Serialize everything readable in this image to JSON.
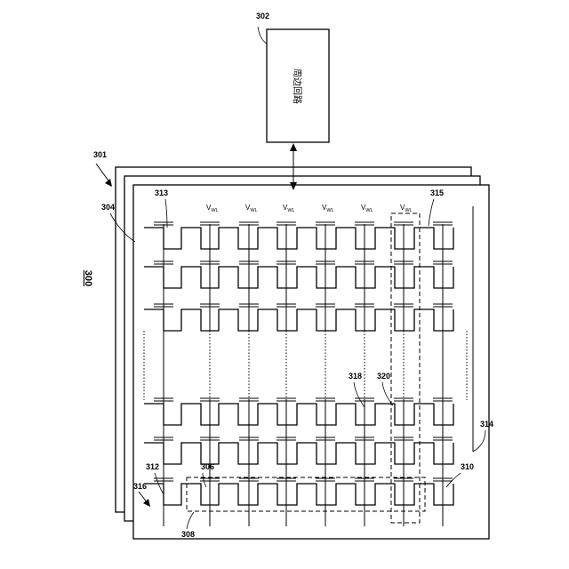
{
  "figure": {
    "label": "300",
    "peripheral_label": "302",
    "peripheral_text": "周边回路",
    "stack_label": "301",
    "plane_label": "304",
    "wordline_label_main": "V",
    "wordline_label_sub": "WL",
    "callouts": {
      "c313": "313",
      "c315": "315",
      "c318": "318",
      "c320": "320",
      "c314": "314",
      "c316": "316",
      "c312": "312",
      "c306": "306",
      "c310": "310",
      "c308": "308"
    }
  }
}
